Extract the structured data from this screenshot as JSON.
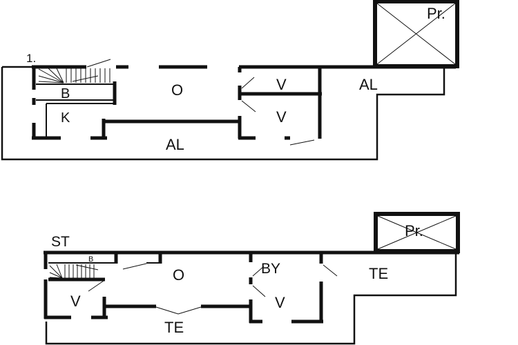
{
  "upper_floor": {
    "level_label": "1.",
    "rooms": {
      "storage_top": "Pr.",
      "bathroom": "B",
      "living": "O",
      "kitchen": "K",
      "bedroom_1": "V",
      "bedroom_2": "V",
      "balcony_right": "AL",
      "balcony_bottom": "AL"
    }
  },
  "lower_floor": {
    "level_label": "ST",
    "rooms": {
      "storage_top": "Pr.",
      "bathroom": "B",
      "living": "O",
      "bedroom_left": "V",
      "utility": "BY",
      "bedroom_right": "V",
      "terrace_right": "TE",
      "terrace_bottom": "TE"
    }
  },
  "colors": {
    "wall": "#111111",
    "background": "#ffffff"
  }
}
